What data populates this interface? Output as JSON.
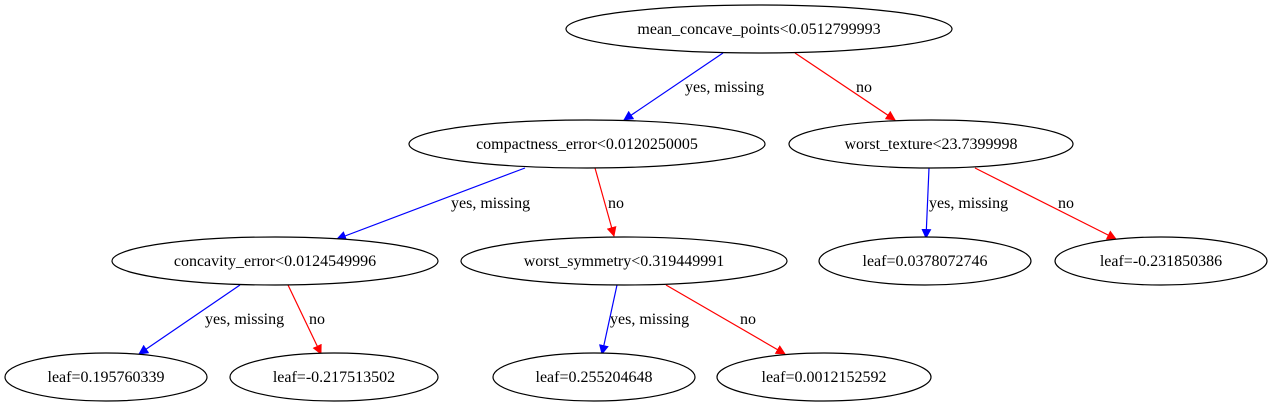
{
  "colors": {
    "yes_edge": "#0000ff",
    "no_edge": "#ff0000",
    "node_border": "#000000"
  },
  "nodes": {
    "n0": "mean_concave_points<0.0512799993",
    "n1": "compactness_error<0.0120250005",
    "n2": "worst_texture<23.7399998",
    "n3": "concavity_error<0.0124549996",
    "n4": "worst_symmetry<0.319449991",
    "n5": "leaf=0.0378072746",
    "n6": "leaf=-0.231850386",
    "n7": "leaf=0.195760339",
    "n8": "leaf=-0.217513502",
    "n9": "leaf=0.255204648",
    "n10": "leaf=0.0012152592"
  },
  "edges": {
    "e0_1": "yes, missing",
    "e0_2": "no",
    "e1_3": "yes, missing",
    "e1_4": "no",
    "e2_5": "yes, missing",
    "e2_6": "no",
    "e3_7": "yes, missing",
    "e3_8": "no",
    "e4_9": "yes, missing",
    "e4_10": "no"
  }
}
